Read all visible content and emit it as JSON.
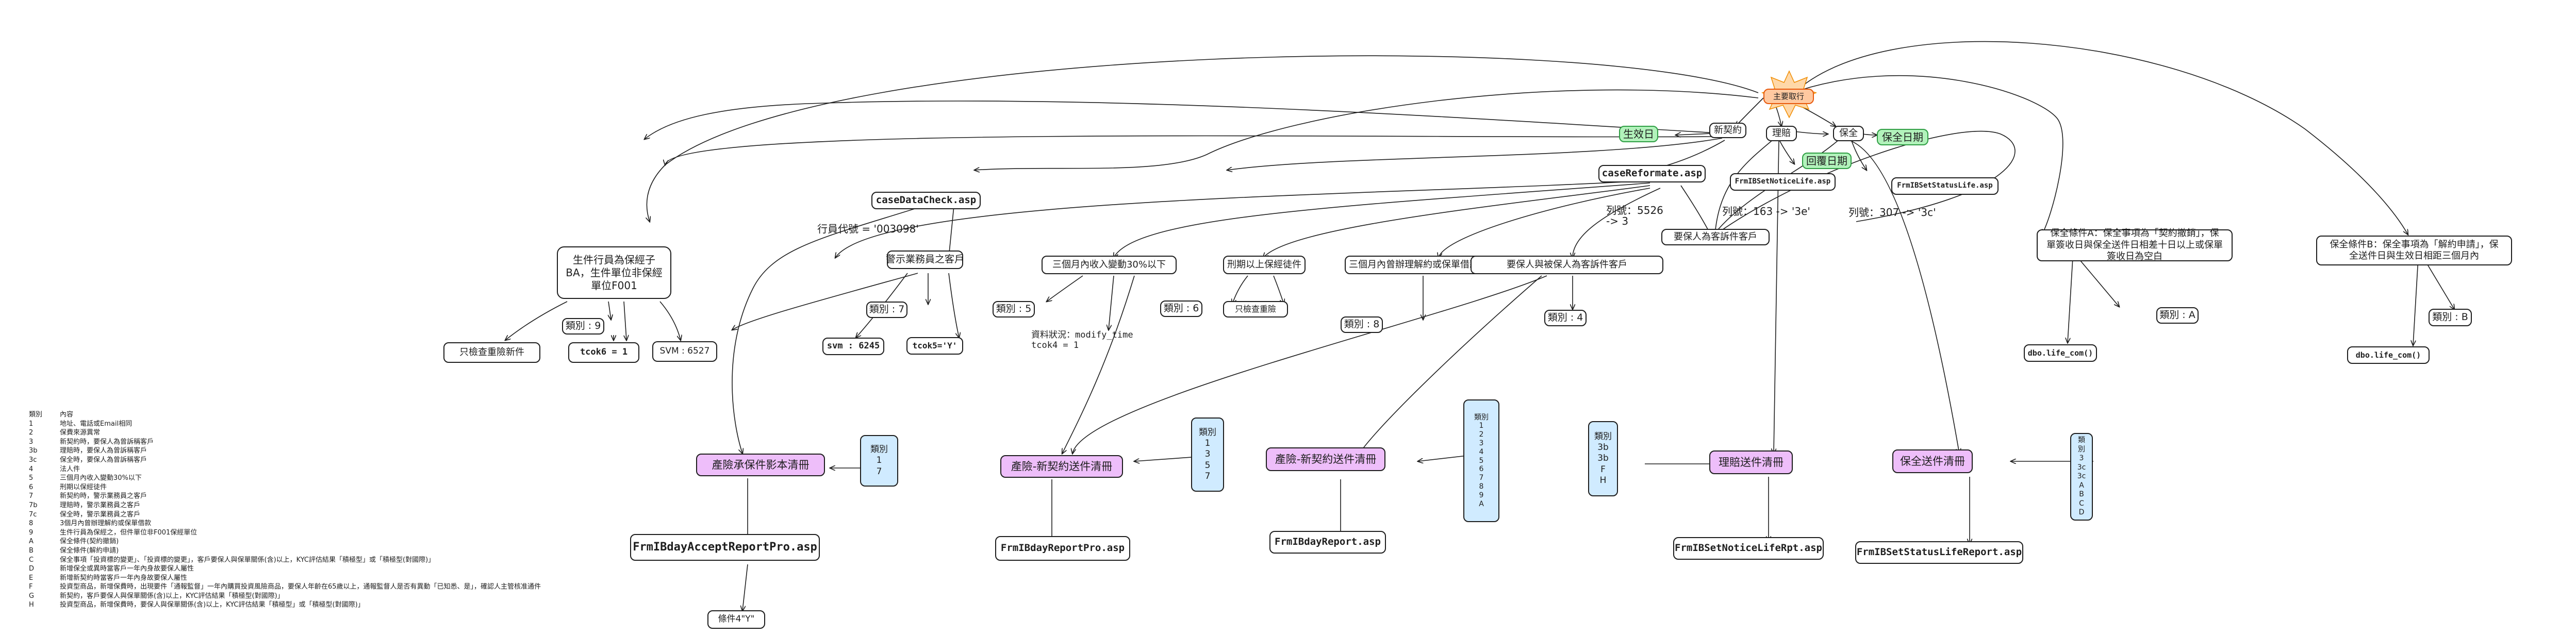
{
  "center": {
    "label": "主要取行"
  },
  "sources": {
    "case_data_check": "caseDataCheck.asp",
    "case_reformate": "caseReformate.asp",
    "frm_ib_set_notice": "FrmIBSetNoticeLife.asp",
    "frm_ib_set_status": "FrmIBSetStatusLife.asp"
  },
  "hubs": {
    "new_contract": "新契約",
    "claims": "理賠",
    "pos": "保全"
  },
  "green_tags": {
    "effective_date": "生效日",
    "receipt_date": "回覆日期",
    "pos_date": "保全日期"
  },
  "conditions": {
    "c1": "生件行員為保經子BA，生件單位非保經單位F001",
    "c2": "警示業務員之客戶",
    "c3": "三個月內收入變動30%以下",
    "c4": "刑期以上保經徒件",
    "c5": "三個月內曾辦理解約或保單借款",
    "c6": "要保人與被保人為客訴件客戶",
    "c7": "要保人為客訴件客戶",
    "c8": "保全條件A：保全事項為「契約撤銷」，保單簽收日與保全送件日相差十日以上或保單簽收日為空白",
    "c9": "保全條件B：保全事項為「解約申請」，保全送件日與生效日相距三個月內"
  },
  "edge_labels": {
    "e1": "行員代號 = '003098'",
    "e2": "列號：5526\n-> 3",
    "e3": "列號：163 -> '3e'",
    "e4": "列號：307 -> '3c'",
    "e5": "資料狀況：modify_time\ntcok4 = 1"
  },
  "results": {
    "r1": "只檢查重險新件",
    "r2": "tcok6 = 1",
    "r3": "SVM : 6527",
    "r4": "svm : 6245",
    "r5": "tcok5='Y'",
    "r6": "只檢查重險",
    "r7": "dbo.life_com()",
    "r8": "dbo.life_com()"
  },
  "categories": {
    "k1": "類別 : 9",
    "k2": "類別 : 7",
    "k3": "類別 : 5",
    "k4": "類別 : 6",
    "k5": "類別 : 8",
    "k6": "類別 : 4",
    "k7": "類別 : A",
    "k8": "類別 : B"
  },
  "reports": {
    "p1": "產險承保件影本清冊",
    "p2": "產險-新契約送件清冊",
    "p3": "產險-新契約送件清冊",
    "p4": "理賠送件清冊",
    "p5": "保全送件清冊"
  },
  "report_files": {
    "f1": "FrmIBdayAcceptReportPro.asp",
    "f2": "FrmIBdayReportPro.asp",
    "f3": "FrmIBdayReport.asp",
    "f4": "FrmIBSetNoticeLifeRpt.asp",
    "f5": "FrmIBSetStatusLifeReport.asp"
  },
  "final_note": "條件4\"Y\"",
  "cat_lists": {
    "b1": [
      "類別",
      "1",
      "7"
    ],
    "b2": [
      "類別",
      "1",
      "3",
      "5",
      "7"
    ],
    "b3": [
      "類別",
      "1",
      "2",
      "3",
      "4",
      "5",
      "6",
      "7",
      "8",
      "9",
      "A"
    ],
    "b4": [
      "類別",
      "3b",
      "3b",
      "F",
      "H"
    ],
    "b5": [
      "類別",
      "3",
      "3c",
      "3c",
      "A",
      "B",
      "C",
      "D"
    ]
  },
  "legend": {
    "header": [
      "類別",
      "內容"
    ],
    "rows": [
      [
        "1",
        "地址、電話或Email相同"
      ],
      [
        "2",
        "保費來源異常"
      ],
      [
        "3",
        "新契約時，要保人為曾訴稱客戶"
      ],
      [
        "3b",
        "理賠時，要保人為曾訴稱客戶"
      ],
      [
        "3c",
        "保全時，要保人為曾訴稱客戶"
      ],
      [
        "4",
        "法人件"
      ],
      [
        "5",
        "三個月內收入變動30%以下"
      ],
      [
        "6",
        "刑期以保經徒件"
      ],
      [
        "7",
        "新契約時，警示業務員之客戶"
      ],
      [
        "7b",
        "理賠時，警示業務員之客戶"
      ],
      [
        "7c",
        "保全時，警示業務員之客戶"
      ],
      [
        "8",
        "3個月內曾辦理解約或保單借款"
      ],
      [
        "9",
        "生件行員為保經之，但件單位非F001保經單位"
      ],
      [
        "A",
        "保全條件(契約撤銷)"
      ],
      [
        "B",
        "保全條件(解約申請)"
      ],
      [
        "C",
        "保全事項「投資標的變更」、「投資標的變更」，客戶要保人與保單關係(含)以上，KYC評估結果「積極型」或「積極型(對國際)」"
      ],
      [
        "D",
        "新增保全或異時當客戶一年內身故要保人屬性"
      ],
      [
        "E",
        "新增新契約時當客戶一年內身故要保人屬性"
      ],
      [
        "F",
        "投資型商品，新增保費時，出現要件「通報監督」一年內購買投資風險商品，要保人年齡在65歲以上，通報監督人是否有異動「已知悉、是」，確認人主管核准通件"
      ],
      [
        "G",
        "新契約，客戶要保人與保單關係(含)以上，KYC評估結果「積極型(對國際)」"
      ],
      [
        "H",
        "投資型商品，新增保費時，要保人與保單關係(含)以上，KYC評估結果「積極型」或「積極型(對國際)」"
      ]
    ]
  }
}
